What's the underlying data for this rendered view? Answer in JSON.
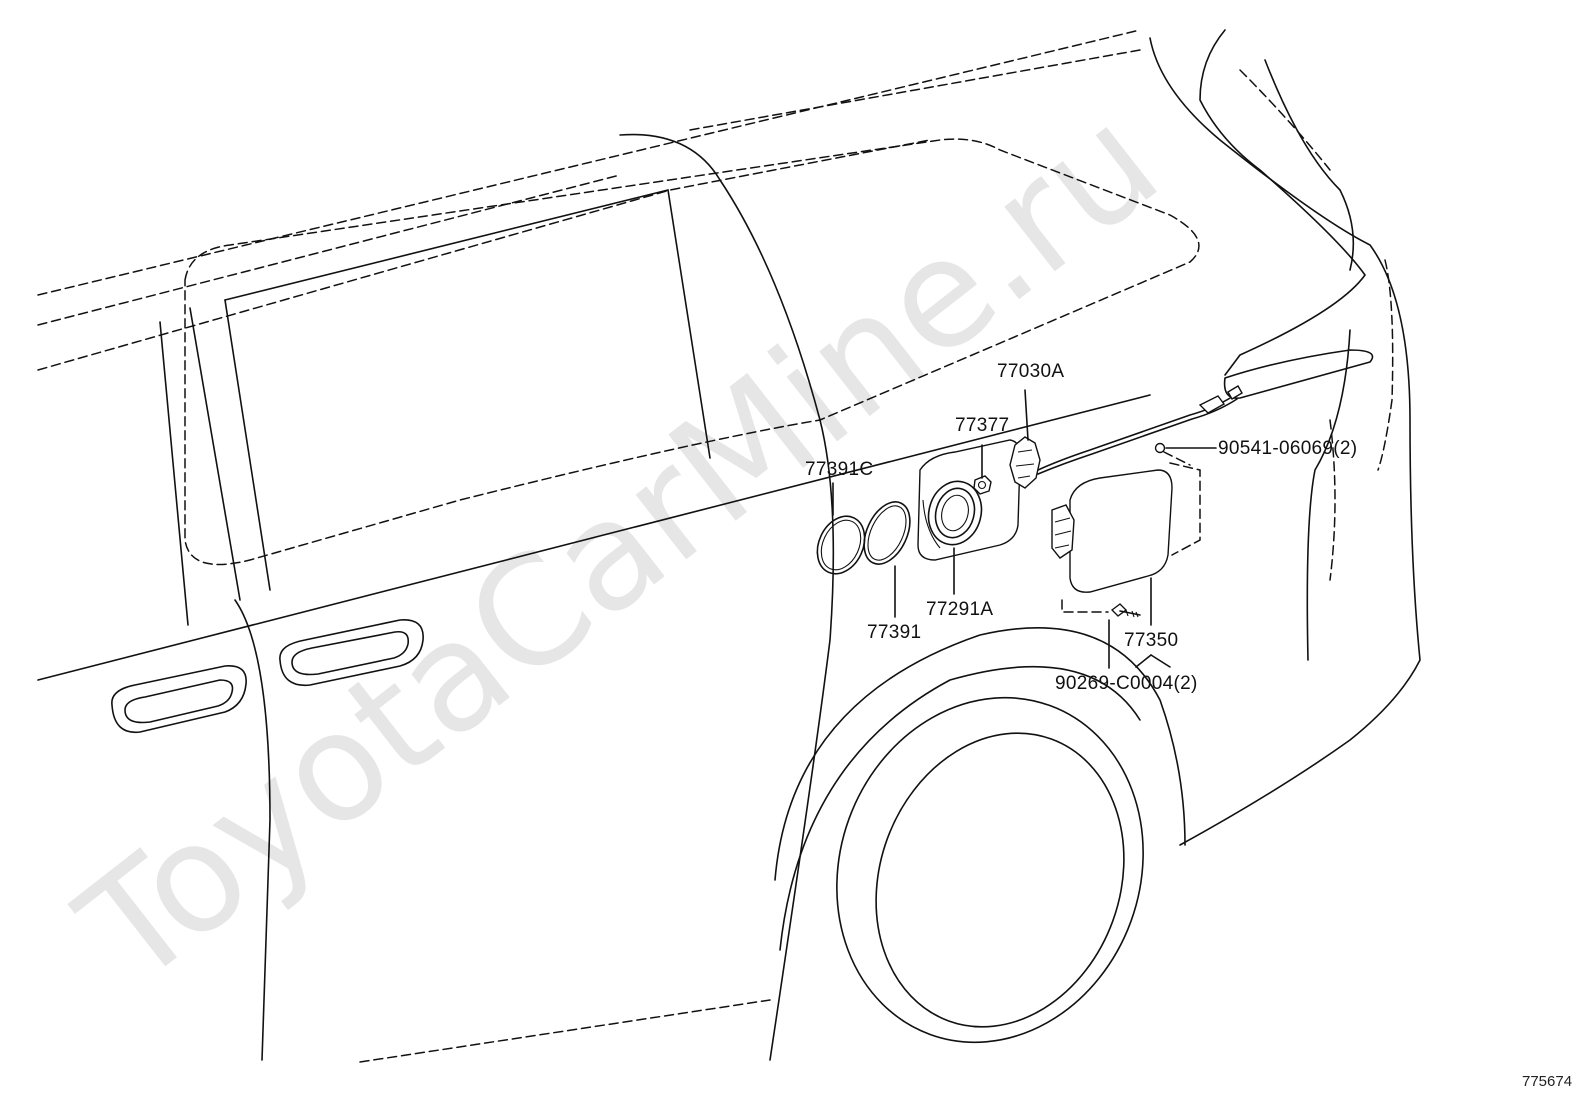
{
  "watermark": "ToyotaCarMine.ru",
  "diagram_id": "775674",
  "labels": {
    "p77030A": "77030A",
    "p77377": "77377",
    "p77391C": "77391C",
    "p77291A": "77291A",
    "p77391": "77391",
    "p90541": "90541-06069(2)",
    "p77350": "77350",
    "p90269": "90269-C0004(2)"
  }
}
